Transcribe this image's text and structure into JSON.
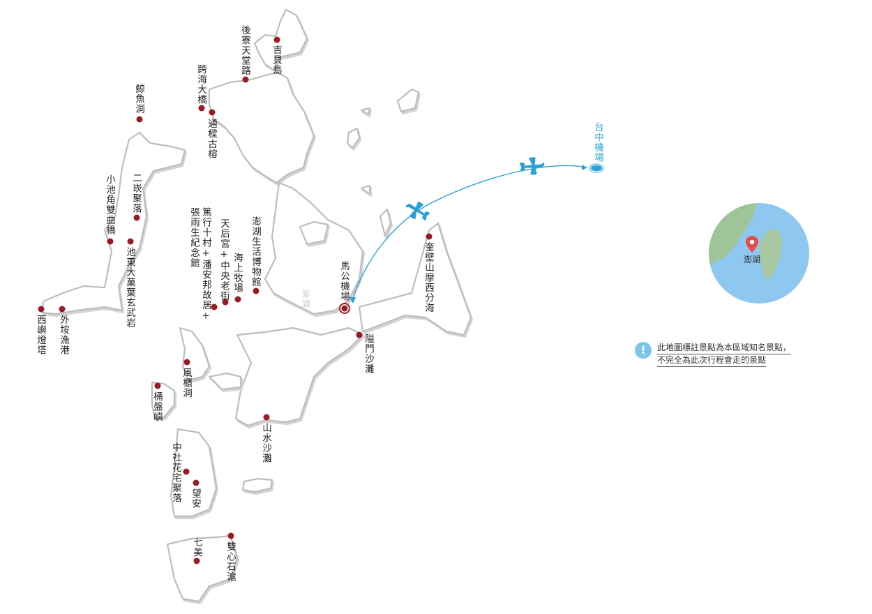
{
  "map": {
    "region_label": "澎湖",
    "route_color": "#2aa1d6",
    "marker_color": "#9a1b24",
    "airport_main": "馬公機場",
    "airport_origin": "台中機場",
    "inset_label": "澎湖",
    "attractions": [
      {
        "name": "後寮天堂路"
      },
      {
        "name": "吉貝島"
      },
      {
        "name": "跨海大橋"
      },
      {
        "name": "通樑古榕"
      },
      {
        "name": "鯨魚洞"
      },
      {
        "name": "二崁聚落"
      },
      {
        "name": "小池角雙曲橋"
      },
      {
        "name": "池東大菓葉玄武岩"
      },
      {
        "name": "西嶼燈塔"
      },
      {
        "name": "外垵漁港"
      },
      {
        "name": "張雨生紀念館"
      },
      {
        "name": "篤行十村+潘安邦故居+"
      },
      {
        "name": "天后宮+中央老街"
      },
      {
        "name": "海上牧場"
      },
      {
        "name": "澎湖生活博物館"
      },
      {
        "name": "奎壁山摩西分海"
      },
      {
        "name": "隘門沙灘"
      },
      {
        "name": "風櫃洞"
      },
      {
        "name": "桶盤嶼"
      },
      {
        "name": "山水沙灘"
      },
      {
        "name": "中社花宅聚落"
      },
      {
        "name": "望安"
      },
      {
        "name": "七美"
      },
      {
        "name": "雙心石滬"
      }
    ]
  },
  "note": {
    "icon": "info-icon",
    "line1": "此地圖標註景點為本區域知名景點，",
    "line2": "不完全為此次行程會走的景點"
  }
}
